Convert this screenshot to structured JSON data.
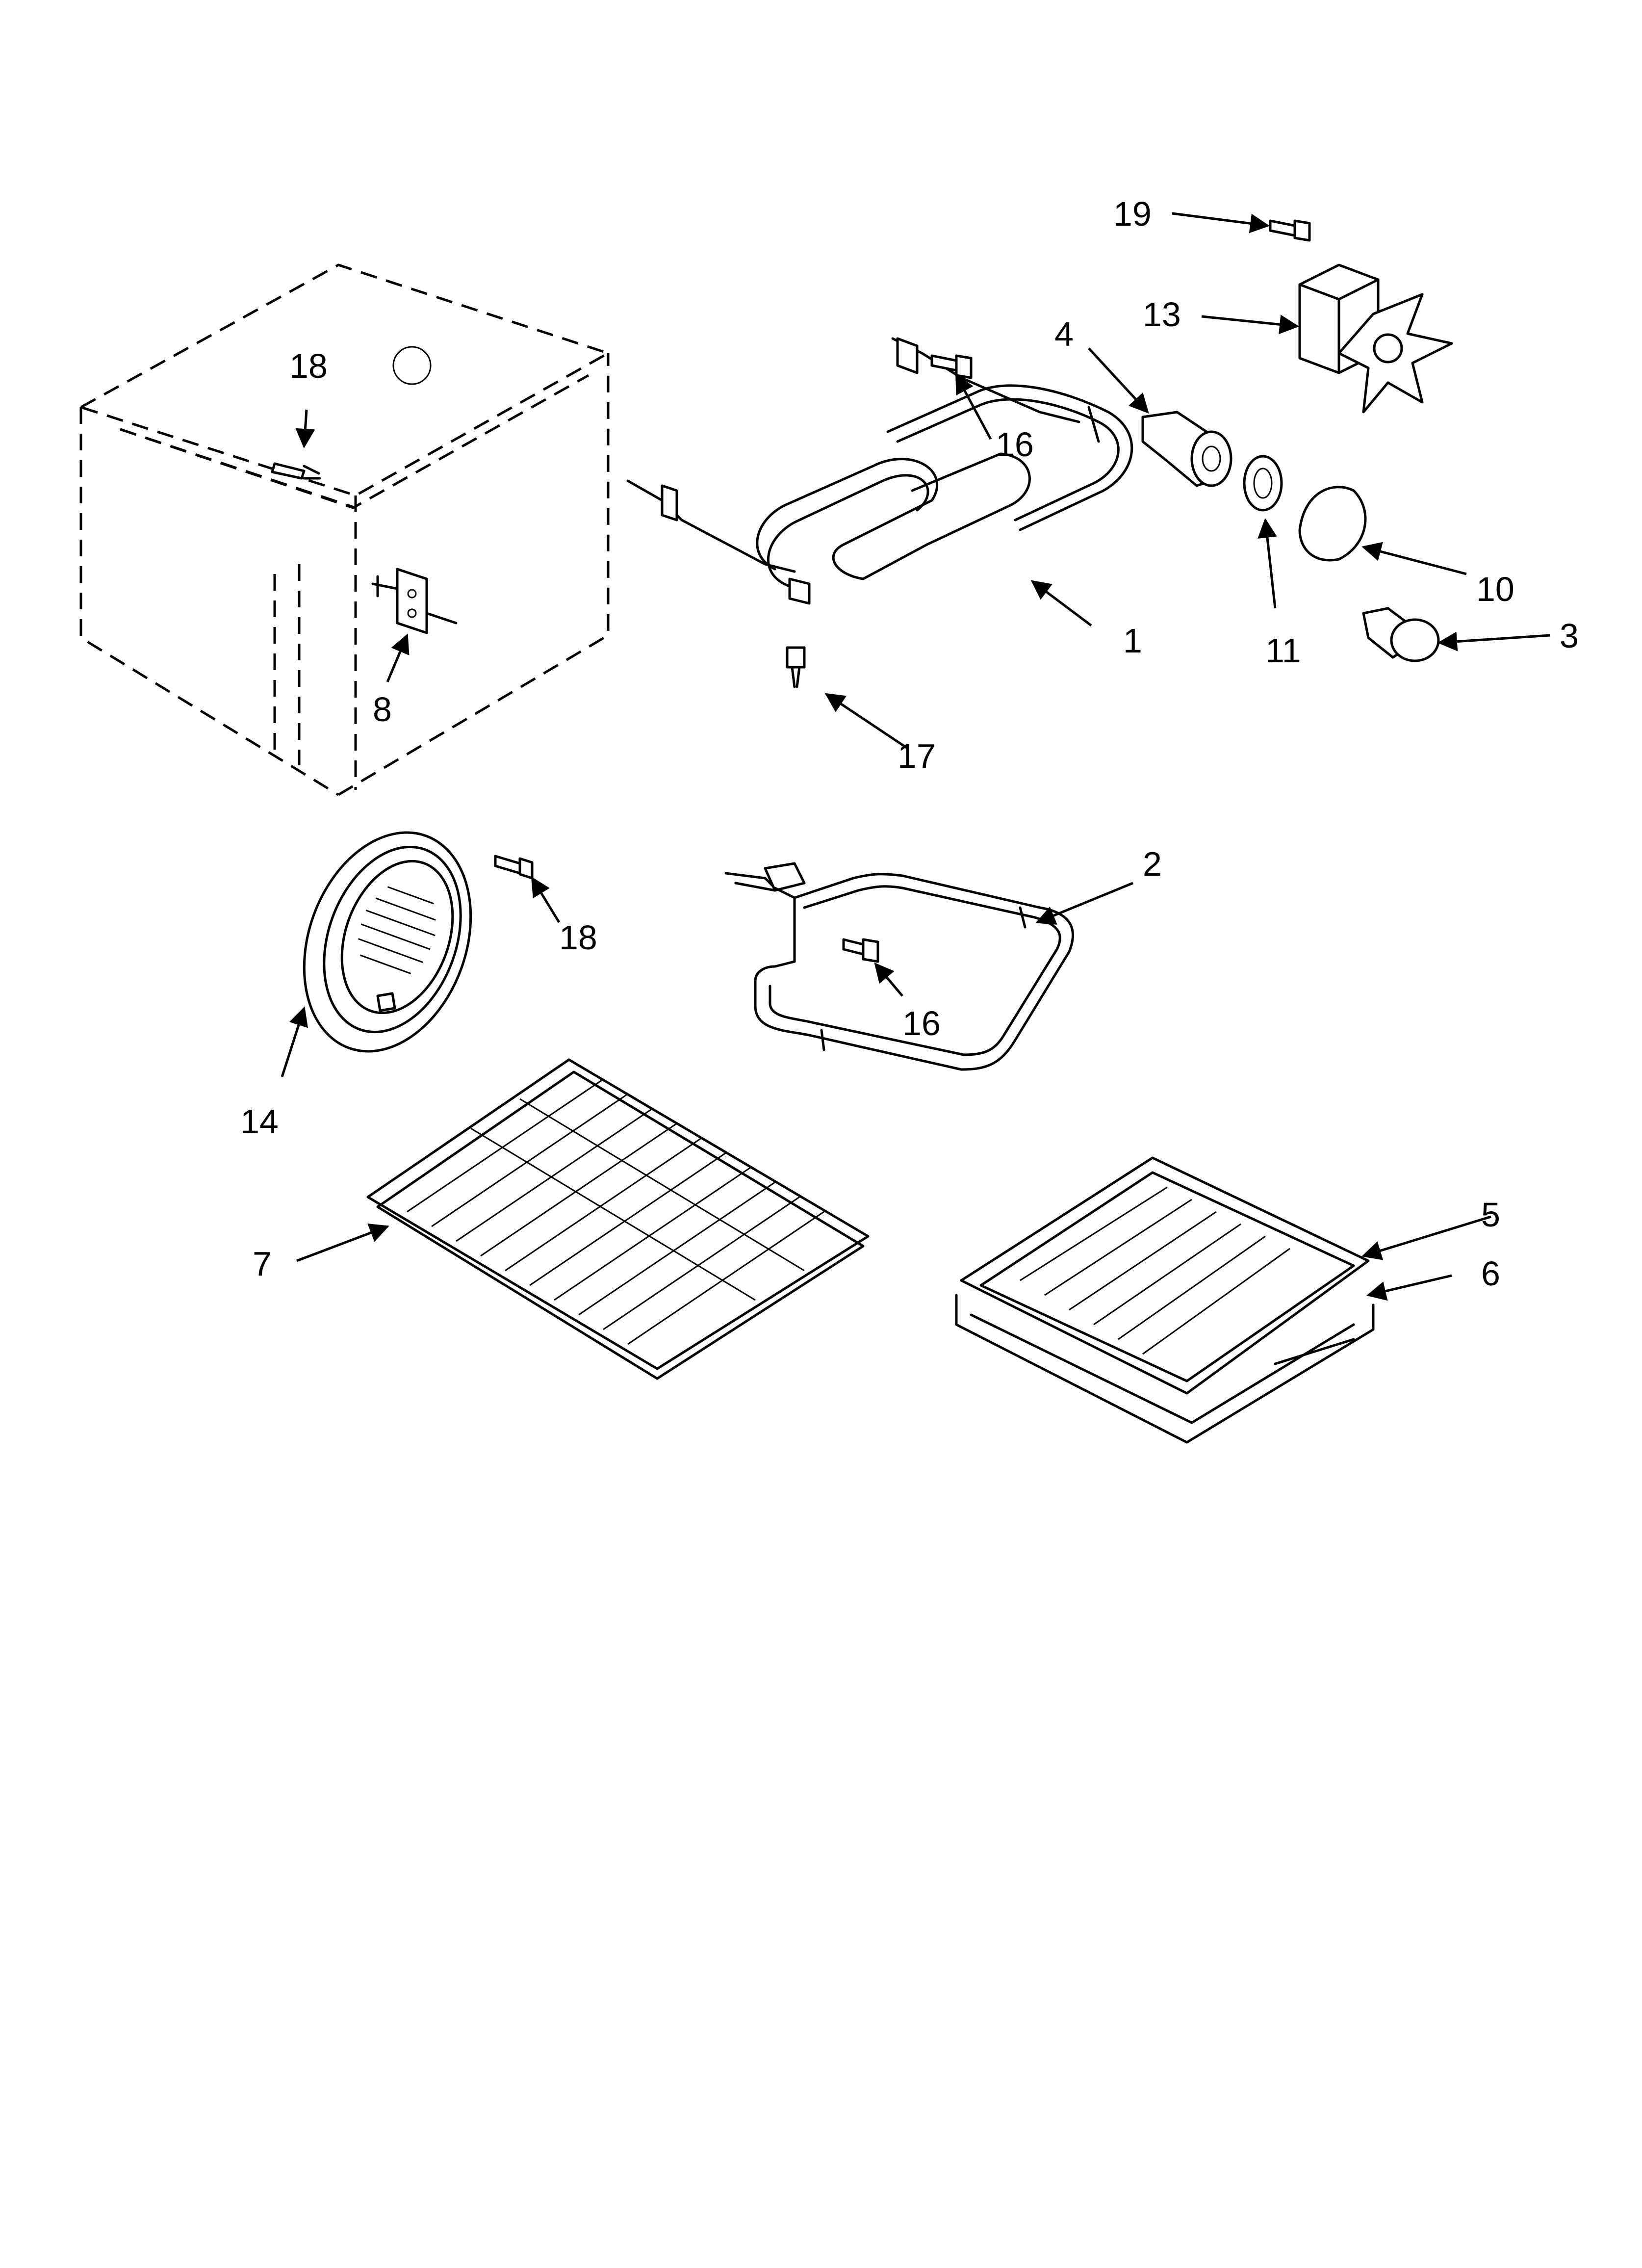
{
  "diagram": {
    "callouts": {
      "c1": "1",
      "c2": "2",
      "c3": "3",
      "c4": "4",
      "c5": "5",
      "c6": "6",
      "c7": "7",
      "c8": "8",
      "c10": "10",
      "c11": "11",
      "c13": "13",
      "c14": "14",
      "c16a": "16",
      "c16b": "16",
      "c17": "17",
      "c18a": "18",
      "c18b": "18",
      "c19": "19"
    }
  }
}
